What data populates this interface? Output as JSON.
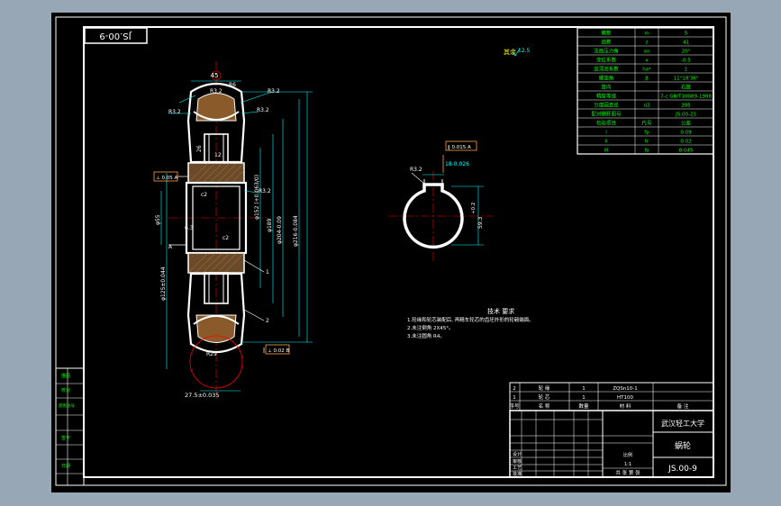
{
  "drawing": {
    "number_box": "JS.00-9",
    "roughness_note": "其余",
    "roughness_value": "12.5",
    "params_table": {
      "rows": [
        [
          "模数",
          "m",
          "5"
        ],
        [
          "齿数",
          "z",
          "41"
        ],
        [
          "法面压力角",
          "αn",
          "20°"
        ],
        [
          "变位系数",
          "x",
          "-0.5"
        ],
        [
          "齿顶高系数",
          "ha*",
          "1"
        ],
        [
          "螺旋角",
          "β",
          "11°18'36\""
        ],
        [
          "旋向",
          "",
          "右旋"
        ],
        [
          "精度等级",
          "",
          "7-c GB/T10089-1988"
        ],
        [
          "分度圆直径",
          "d2",
          "205"
        ],
        [
          "配对蜗杆图号",
          "",
          "JS.00-23"
        ],
        [
          "检验项目",
          "代号",
          "公差"
        ],
        [
          "I",
          "fp",
          "0.09"
        ],
        [
          "II",
          "fr",
          "0.02"
        ],
        [
          "III",
          "fa",
          "0.045"
        ]
      ]
    },
    "dims": {
      "width_top": "45",
      "r_top": "R3.2",
      "r_top2": "R6",
      "r_right": "R3.2",
      "r_left": "R3.2",
      "r_mid": "R3.2",
      "d_key": "6.3",
      "d26": "26",
      "d12": "12",
      "d152": "φ152 (+0.063/0)",
      "d189": "φ189",
      "d204": "φ204-0.09",
      "d216": "φ216-0.084",
      "d125": "φ125±0.044",
      "d55": "φ55",
      "r29": "R29",
      "bottom": "27.5±0.035",
      "datum_a": "⊥ 0.05 A",
      "datum_b": "⊥ 0.02 B",
      "c2": "c2",
      "n1": "1",
      "n2": "2",
      "a_label": "A",
      "key_tol": "18-0.026",
      "key_box": "‖ 0.015 A",
      "key_depth": "59.3",
      "key_depth2": "+0.2"
    },
    "tech_req": {
      "title": "技术 要求",
      "lines": [
        "1.轮缘和轮芯装配后, 再精车轮芯的齿坯外形的轮毂端面。",
        "2.未注倒角 2X45°。",
        "3.未注圆角 R4。"
      ]
    },
    "title_block": {
      "parts_rows": [
        [
          "2",
          "轮 缘",
          "1",
          "ZQSn10-1"
        ],
        [
          "1",
          "轮 芯",
          "1",
          "HT100"
        ],
        [
          "序号",
          "名 称",
          "数量",
          "材 料",
          "备 注"
        ]
      ],
      "school": "武汉轻工大学",
      "part_name": "蜗轮",
      "drawing_no": "JS.00-9",
      "scale_label": "比例",
      "scale": "1:1",
      "footer": "共 张 第 张",
      "sheet_labels": [
        "设计",
        "审核",
        "工艺",
        "批准"
      ],
      "left_strip": [
        "描图",
        "校对",
        "底图总号",
        "签字",
        "日期"
      ]
    }
  }
}
